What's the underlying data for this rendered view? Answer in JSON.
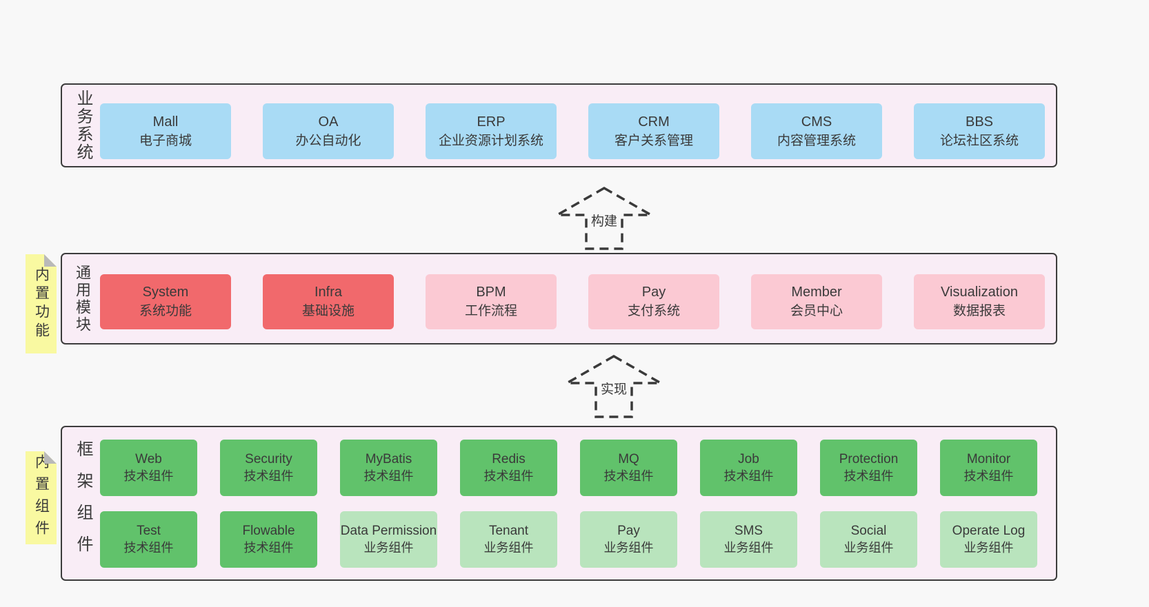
{
  "colors": {
    "page-bg": "#f8f8f8",
    "layer-bg": "#f9edf6",
    "layer-border": "#3c3c3c",
    "blue": "#a9dbf5",
    "red": "#f1696c",
    "pink": "#fbc9d3",
    "green": "#61c26b",
    "green-light": "#b9e4bd",
    "sticky": "#f9f9a1",
    "sticky-fold": "#b9b9b9",
    "text": "#3a3a3a"
  },
  "arrows": [
    {
      "label": "构建"
    },
    {
      "label": "实现"
    }
  ],
  "stickies": [
    {
      "label": "内置功能"
    },
    {
      "label": "内置组件"
    }
  ],
  "layers": [
    {
      "side_label": "业务系统",
      "boxes": [
        {
          "en": "Mall",
          "zh": "电子商城"
        },
        {
          "en": "OA",
          "zh": "办公自动化"
        },
        {
          "en": "ERP",
          "zh": "企业资源计划系统"
        },
        {
          "en": "CRM",
          "zh": "客户关系管理"
        },
        {
          "en": "CMS",
          "zh": "内容管理系统"
        },
        {
          "en": "BBS",
          "zh": "论坛社区系统"
        }
      ]
    },
    {
      "side_label": "通用模块",
      "boxes": [
        {
          "en": "System",
          "zh": "系统功能"
        },
        {
          "en": "Infra",
          "zh": "基础设施"
        },
        {
          "en": "BPM",
          "zh": "工作流程"
        },
        {
          "en": "Pay",
          "zh": "支付系统"
        },
        {
          "en": "Member",
          "zh": "会员中心"
        },
        {
          "en": "Visualization",
          "zh": "数据报表"
        }
      ]
    },
    {
      "side_label": "框架组件",
      "rows": [
        [
          {
            "en": "Web",
            "zh": "技术组件"
          },
          {
            "en": "Security",
            "zh": "技术组件"
          },
          {
            "en": "MyBatis",
            "zh": "技术组件"
          },
          {
            "en": "Redis",
            "zh": "技术组件"
          },
          {
            "en": "MQ",
            "zh": "技术组件"
          },
          {
            "en": "Job",
            "zh": "技术组件"
          },
          {
            "en": "Protection",
            "zh": "技术组件"
          },
          {
            "en": "Monitor",
            "zh": "技术组件"
          }
        ],
        [
          {
            "en": "Test",
            "zh": "技术组件"
          },
          {
            "en": "Flowable",
            "zh": "技术组件"
          },
          {
            "en": "Data Permission",
            "zh": "业务组件"
          },
          {
            "en": "Tenant",
            "zh": "业务组件"
          },
          {
            "en": "Pay",
            "zh": "业务组件"
          },
          {
            "en": "SMS",
            "zh": "业务组件"
          },
          {
            "en": "Social",
            "zh": "业务组件"
          },
          {
            "en": "Operate Log",
            "zh": "业务组件"
          }
        ]
      ]
    }
  ]
}
